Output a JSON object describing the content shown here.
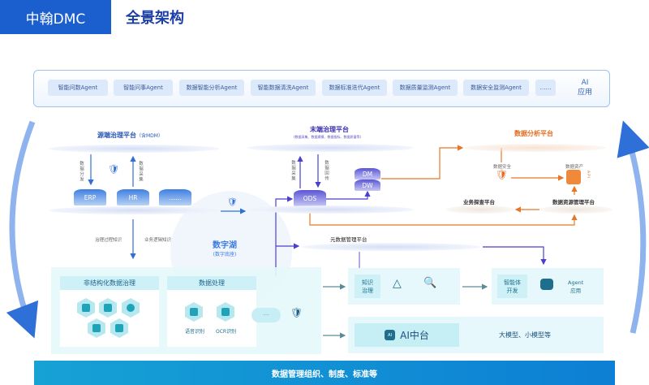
{
  "header": {
    "brand": "中翰DMC",
    "title": "全景架构"
  },
  "agents": {
    "items": [
      "智能问数Agent",
      "智能问事Agent",
      "数据智能分析Agent",
      "智能数据清洗Agent",
      "数据标准迭代Agent",
      "数据质量监测Agent",
      "数据安全监测Agent",
      "……"
    ],
    "ai_label_1": "AI",
    "ai_label_2": "应用"
  },
  "source": {
    "title": "源端治理平台",
    "title_note": "（含MDM）",
    "down_label": "数据分发",
    "up_label": "数据采集",
    "systems": [
      "ERP",
      "HR",
      "……"
    ],
    "knowledge_1": "治理过程知识",
    "knowledge_2": "业务逻辑知识"
  },
  "terminal": {
    "title": "末端治理平台",
    "subtitle": "(数据采集、数据建模、数据指标、数据质量等)",
    "up_label": "数据采集",
    "down_label": "数据回传",
    "ods": "ODS",
    "dm": "DM",
    "dw": "DW"
  },
  "analysis": {
    "title": "数据分析平台",
    "security": "数据安全",
    "assets": "数据资产",
    "api": "API",
    "business": "业务探查平台",
    "resource": "数据资源管理平台"
  },
  "lake": {
    "title": "数字湖",
    "subtitle": "(数字底座)"
  },
  "metadata": {
    "title": "元数据管理平台"
  },
  "unstructured": {
    "title": "非结构化数据治理"
  },
  "processing": {
    "title": "数据处理",
    "speech": "语音识别",
    "ocr": "OCR识别",
    "more": "···"
  },
  "knowledge": {
    "label_1": "知识",
    "label_2": "治理"
  },
  "agentdev": {
    "label_1": "智能体",
    "label_2": "开发",
    "app_1": "Agent",
    "app_2": "应用"
  },
  "aicenter": {
    "title": "AI中台",
    "icon_text": "AI",
    "models": "大模型、小模型等"
  },
  "footer": {
    "text": "数据管理组织、制度、标准等"
  },
  "colors": {
    "brand": "#1b5fcf",
    "orange": "#e36c1f",
    "purple": "#4b3fd0",
    "teal": "#1fa3b8"
  }
}
